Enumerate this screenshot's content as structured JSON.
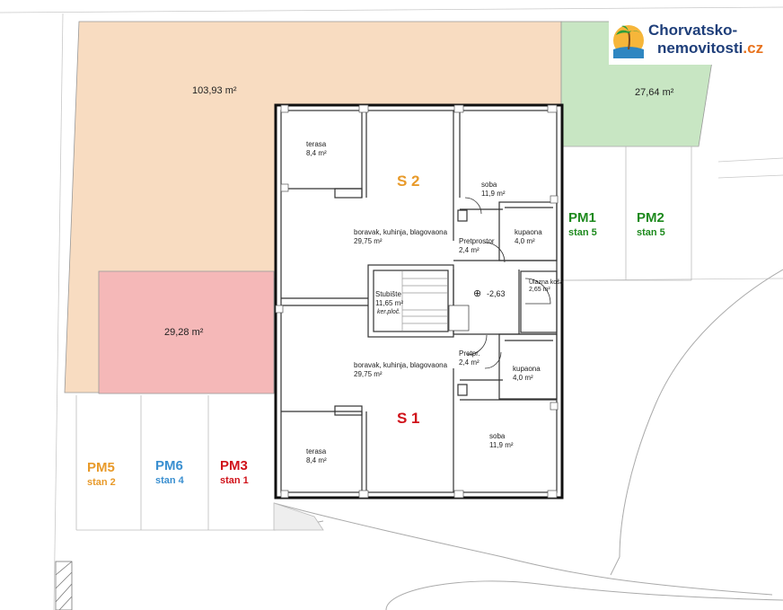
{
  "logo": {
    "line1": "Chorvatsko-",
    "line2": "nemovitosti",
    "tld": ".cz"
  },
  "areas": {
    "plot_big": "103,93 m²",
    "plot_green": "27,64 m²",
    "plot_red": "29,28 m²"
  },
  "units": {
    "s2": "S 2",
    "s1": "S 1"
  },
  "rooms": {
    "terasa_top": "terasa",
    "terasa_top_area": "8,4 m²",
    "soba_top": "soba",
    "soba_top_area": "11,9 m²",
    "living_top": "boravak, kuhinja, blagovaona",
    "living_top_area": "29,75 m²",
    "pretprostor": "Pretprostor",
    "pretprostor_area": "2,4 m²",
    "kupaona_top": "kupaona",
    "kupaona_top_area": "4,0 m²",
    "stubiste": "Stubište",
    "stubiste_area": "11,65 m²",
    "stubiste_note": "ker.ploč.",
    "level": "-2,63",
    "ulazna": "Ulazna koša",
    "ulazna_area": "2,65 m²",
    "living_bot": "boravak, kuhinja, blagovaona",
    "living_bot_area": "29,75 m²",
    "pretpr": "Pretpr.",
    "pretpr_area": "2,4 m²",
    "kupaona_bot": "kupaona",
    "kupaona_bot_area": "4,0 m²",
    "terasa_bot": "terasa",
    "terasa_bot_area": "8,4 m²",
    "soba_bot": "soba",
    "soba_bot_area": "11,9 m²"
  },
  "parking": [
    {
      "name": "PM1",
      "owner": "stan 5",
      "color": "#1e8a1e"
    },
    {
      "name": "PM2",
      "owner": "stan 5",
      "color": "#1e8a1e"
    },
    {
      "name": "PM5",
      "owner": "stan 2",
      "color": "#e89a2a"
    },
    {
      "name": "PM6",
      "owner": "stan 4",
      "color": "#3a8fd0"
    },
    {
      "name": "PM3",
      "owner": "stan 1",
      "color": "#d0121a"
    }
  ],
  "colors": {
    "s2": "#e89a2a",
    "s1": "#d0121a",
    "plot_big": "#f8dcc1",
    "plot_green": "#c8e6c3",
    "plot_red": "#f5b8b8"
  }
}
